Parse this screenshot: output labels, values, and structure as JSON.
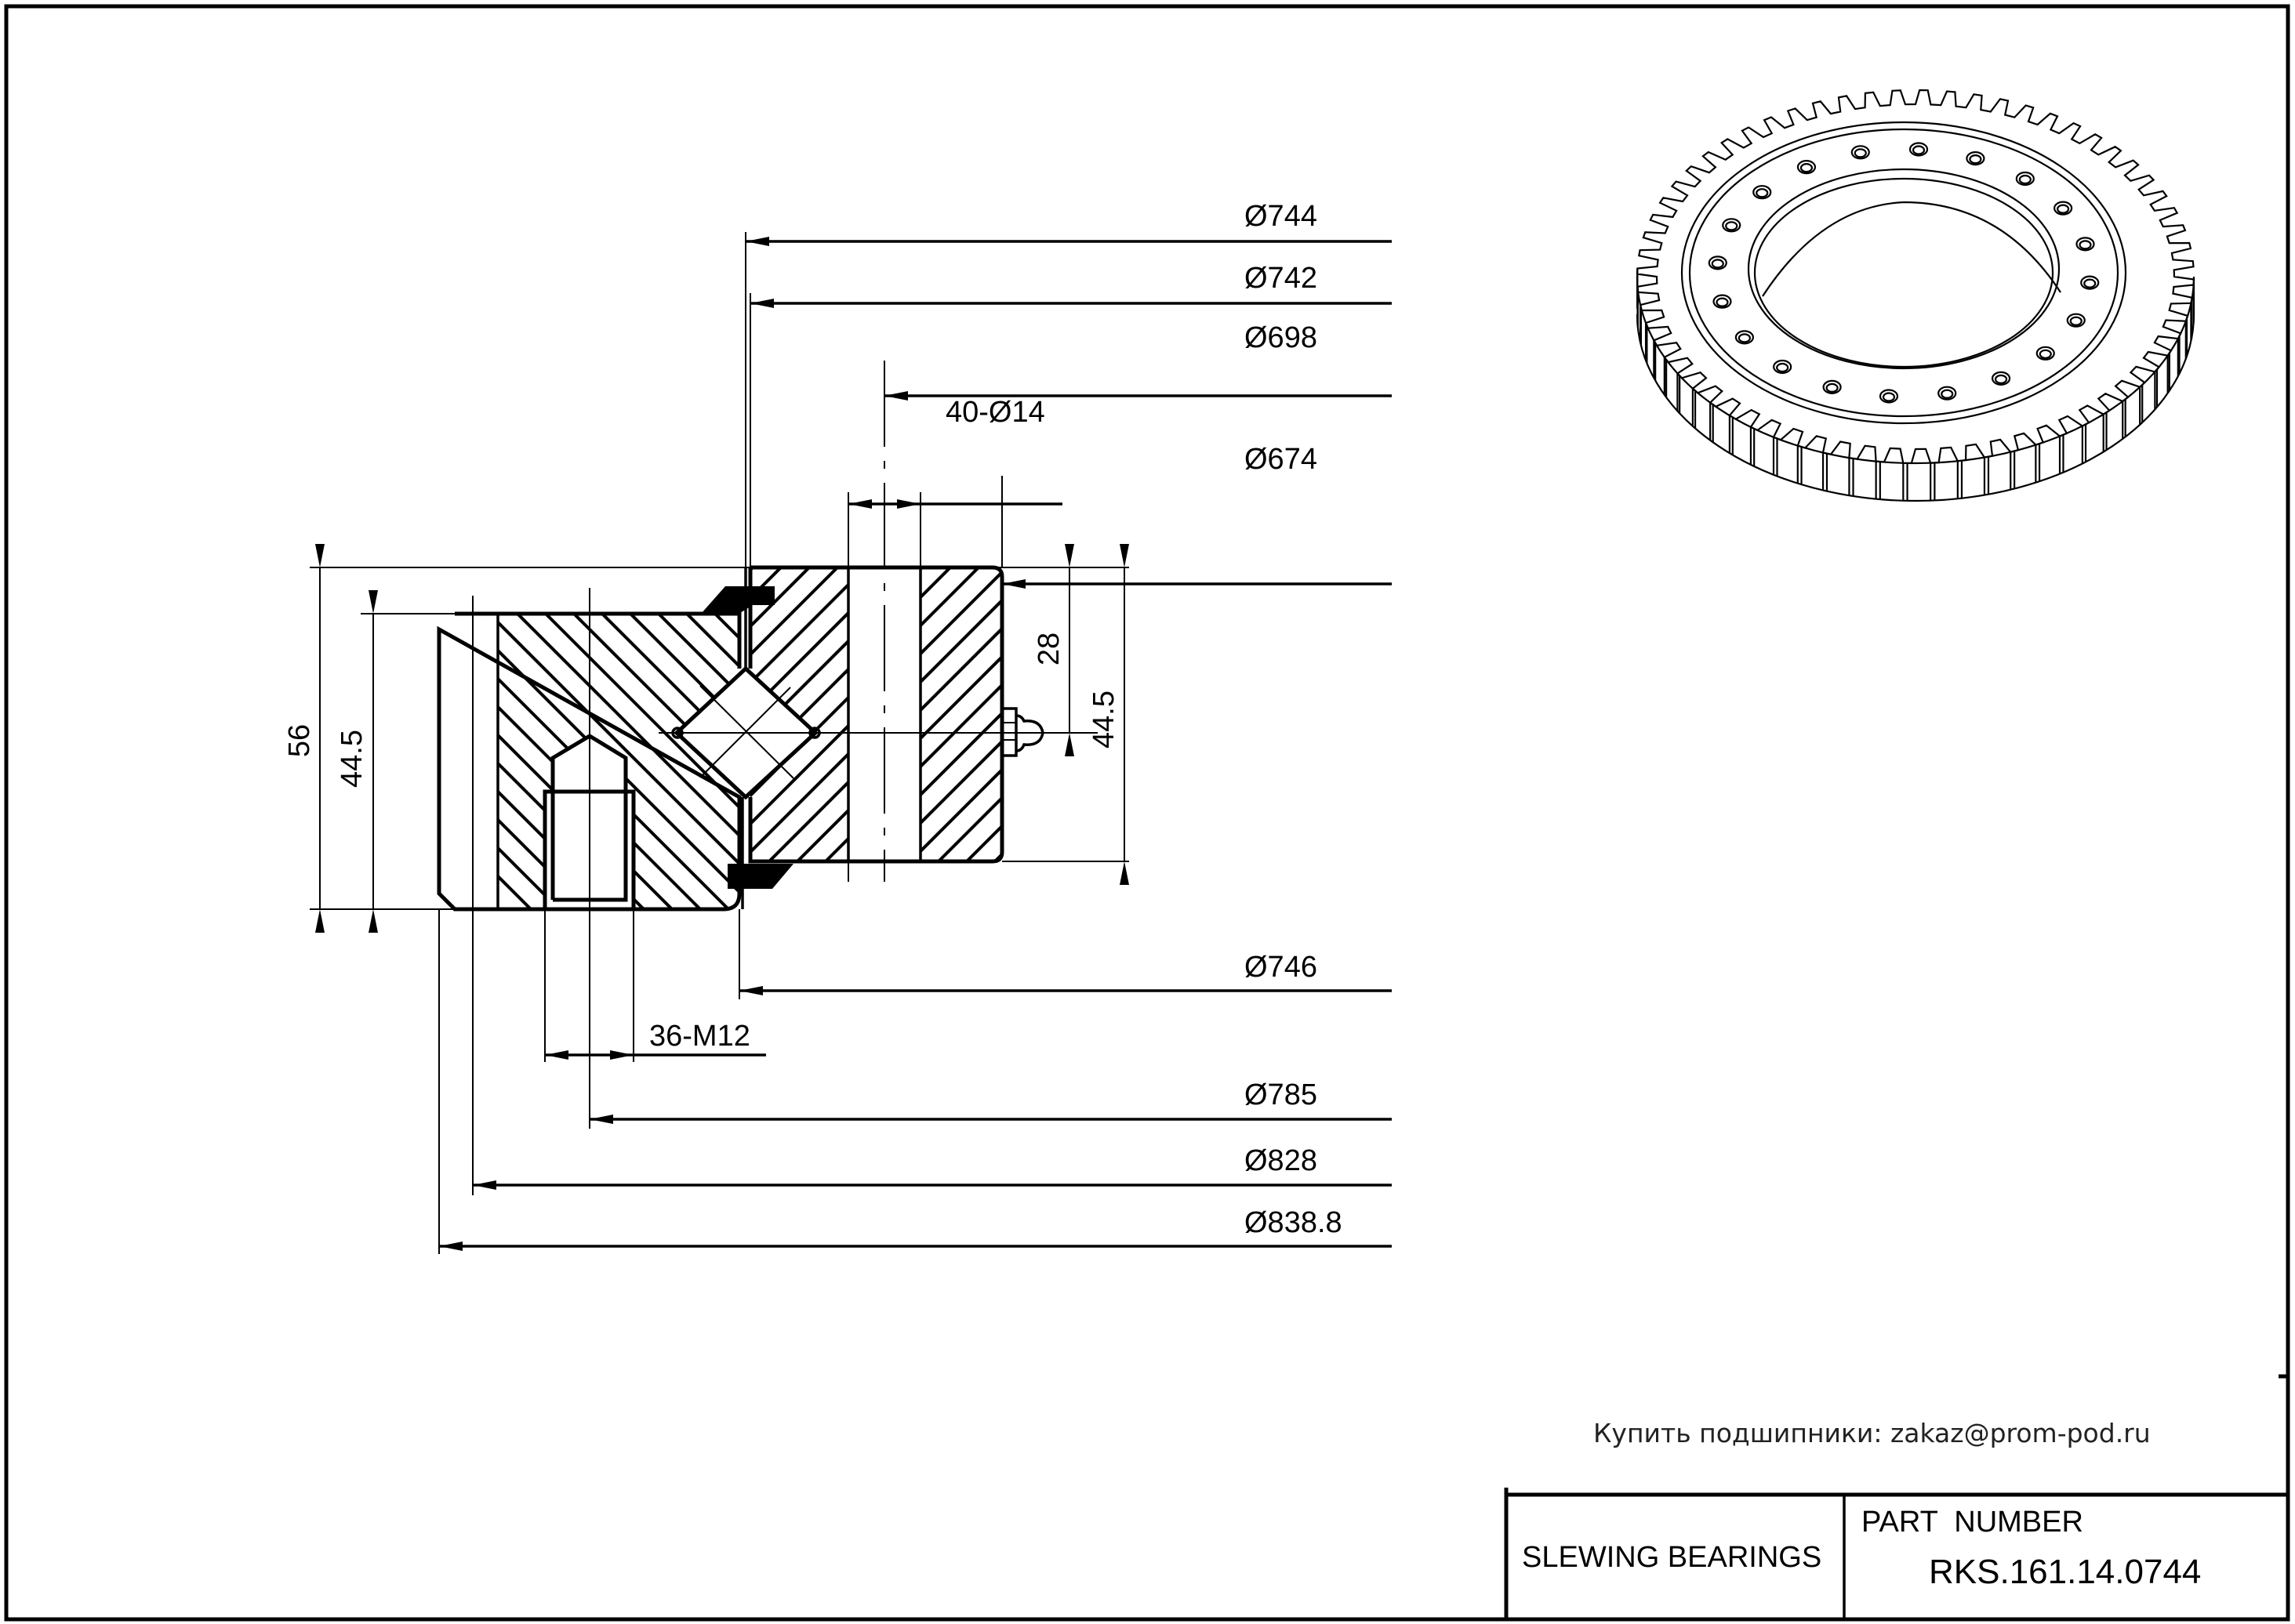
{
  "drawing": {
    "title_block": {
      "category": "SLEWING BEARINGS",
      "part_number_label": "PART  NUMBER",
      "part_number": "RKS.161.14.0744"
    },
    "note": "Купить подшипники: zakaz@prom-pod.ru",
    "diameters": {
      "d744": "Ø744",
      "d742": "Ø742",
      "d698": "Ø698",
      "d674": "Ø674",
      "d746": "Ø746",
      "d785": "Ø785",
      "d828": "Ø828",
      "d838": "Ø838.8"
    },
    "holes": {
      "inner_mounting": "40-Ø14",
      "outer_threaded": "36-M12"
    },
    "heights": {
      "total": "56",
      "outer_ring": "44.5",
      "inner_ring": "44.5",
      "roller_center": "28"
    },
    "gear_view": {
      "bolt_holes_visible": 20,
      "teeth_count_approx": 64
    }
  }
}
